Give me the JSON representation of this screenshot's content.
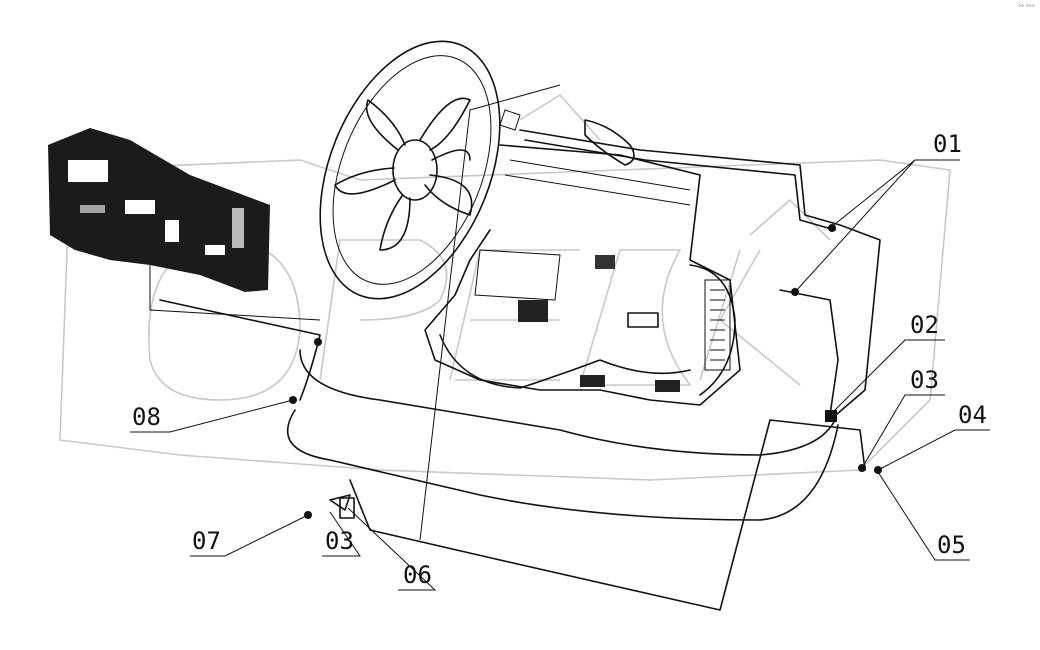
{
  "diagram": {
    "corner_mark": "°° °°°",
    "callouts": [
      {
        "id": "01",
        "text": "01"
      },
      {
        "id": "02",
        "text": "02"
      },
      {
        "id": "03",
        "text": "03"
      },
      {
        "id": "04",
        "text": "04"
      },
      {
        "id": "05",
        "text": "05"
      },
      {
        "id": "06",
        "text": "06"
      },
      {
        "id": "07",
        "text": "07"
      },
      {
        "id": "08",
        "text": "08"
      },
      {
        "id": "03b",
        "text": "03"
      }
    ]
  }
}
